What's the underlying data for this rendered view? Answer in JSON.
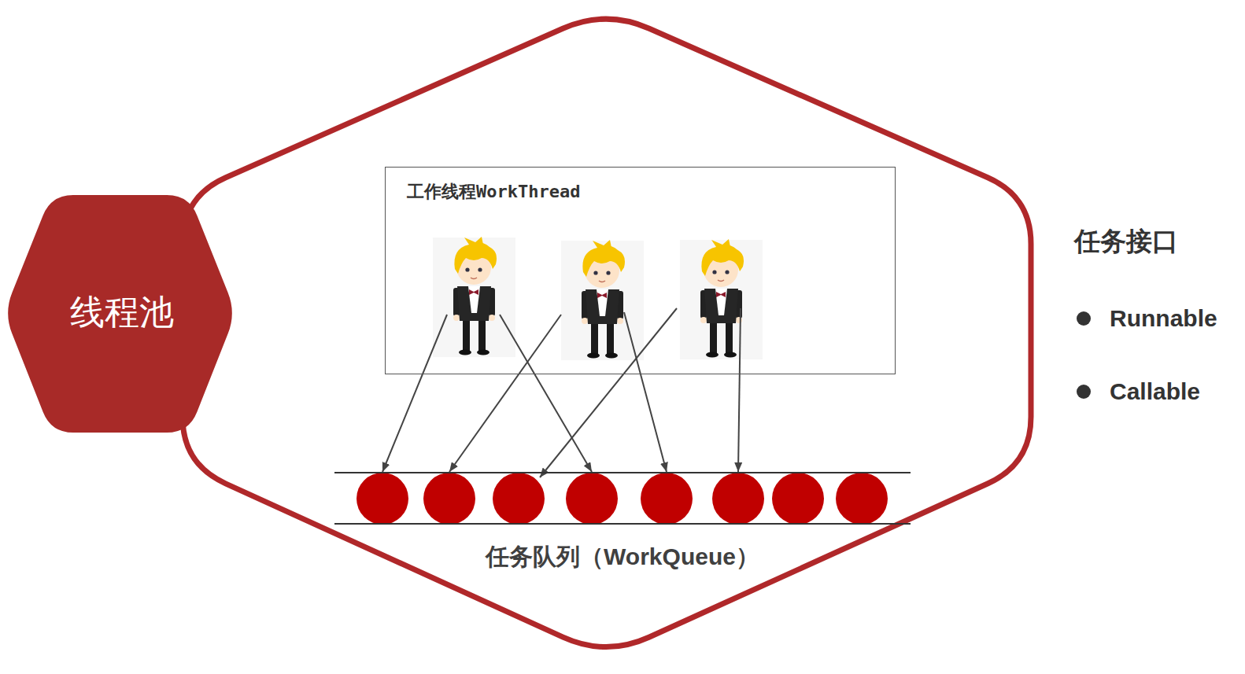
{
  "diagram": {
    "nodes": [
      {
        "text": [
          "线程池"
        ]
      },
      {
        "text": [
          "工作线程WorkThread"
        ],
        "in": 0
      },
      {
        "text": [
          "任务队列（WorkQueue）"
        ],
        "in": 0
      }
    ],
    "edges": [
      {
        "from": 1,
        "to": 2,
        "arrow": "to"
      },
      {
        "from": 1,
        "to": 2,
        "arrow": "to"
      },
      {
        "from": 1,
        "to": 2,
        "arrow": "to"
      },
      {
        "from": 1,
        "to": 2,
        "arrow": "to"
      },
      {
        "from": 1,
        "to": 2,
        "arrow": "to"
      },
      {
        "from": 1,
        "to": 2,
        "arrow": "to"
      }
    ],
    "labels": [
      "任务接口",
      "Runnable",
      "Callable"
    ]
  }
}
